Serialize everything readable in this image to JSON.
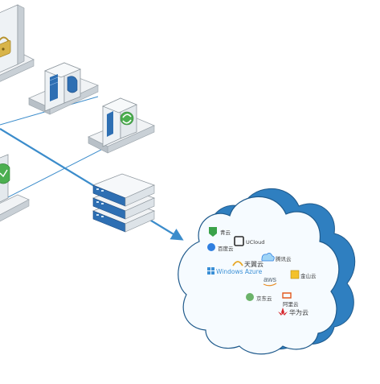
{
  "diagram": {
    "colors": {
      "accent_blue": "#3b8ccb",
      "cloud_front": "#f6fbff",
      "cloud_back": "#2f7fc0",
      "platform_top": "#f1f3f5",
      "platform_side": "#c9d0d6",
      "server_front": "#eef2f5",
      "server_panel": "#2e6fb3",
      "lock_color": "#d8b44a",
      "shield_color": "#4caf50"
    },
    "icons": [
      "lock-icon",
      "shield-icon",
      "server-icon",
      "rack-server-icon",
      "cloud-icon",
      "arrow-icon"
    ]
  },
  "cloud_providers": [
    {
      "name": "青云",
      "icon": "qingcloud-icon"
    },
    {
      "name": "UCloud",
      "icon": "ucloud-icon"
    },
    {
      "name": "百度云",
      "icon": "baidu-cloud-icon"
    },
    {
      "name": "天翼云",
      "icon": "tianyi-cloud-icon"
    },
    {
      "name": "腾讯云",
      "icon": "tencent-cloud-icon"
    },
    {
      "name": "金山云",
      "icon": "kingsoft-cloud-icon"
    },
    {
      "name": "Windows Azure",
      "icon": "windows-azure-icon"
    },
    {
      "name": "aws",
      "icon": "aws-icon"
    },
    {
      "name": "京东云",
      "icon": "jd-cloud-icon"
    },
    {
      "name": "阿里云",
      "icon": "aliyun-icon"
    },
    {
      "name": "华为云",
      "icon": "huawei-cloud-icon"
    }
  ]
}
